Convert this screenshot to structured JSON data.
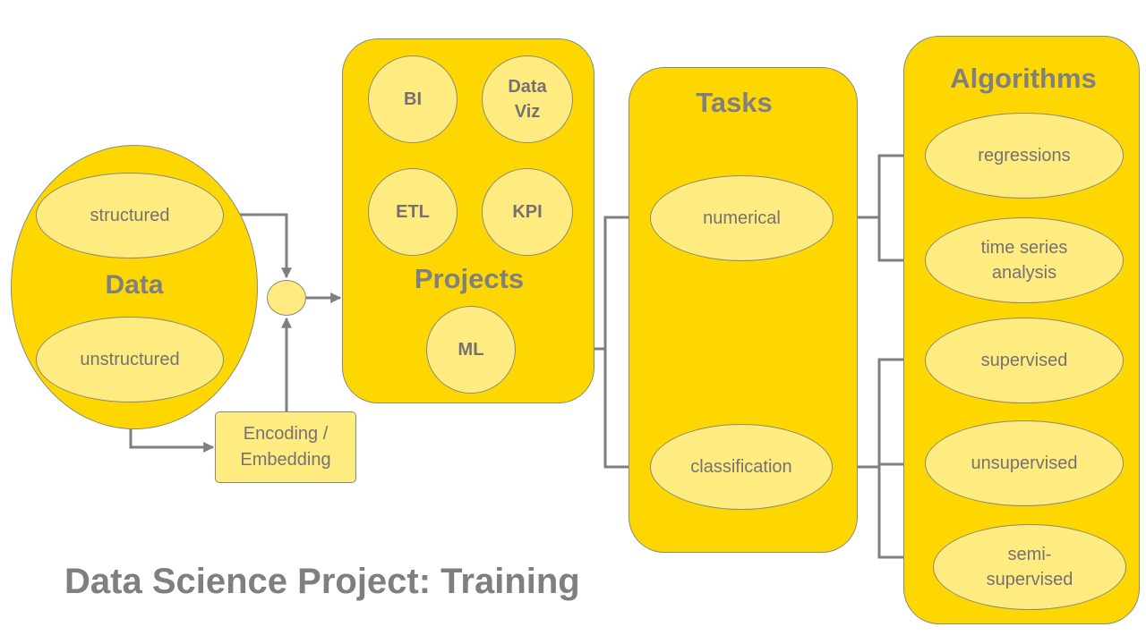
{
  "data_group": {
    "label": "Data",
    "items": [
      "structured",
      "unstructured"
    ]
  },
  "encoding_label": "Encoding / Embedding",
  "projects_group": {
    "label": "Projects",
    "items": [
      "BI",
      "Data Viz",
      "ETL",
      "KPI",
      "ML"
    ]
  },
  "tasks_group": {
    "label": "Tasks",
    "items": [
      "numerical",
      "classification"
    ]
  },
  "algorithms_group": {
    "label": "Algorithms",
    "items": [
      "regressions",
      "time series analysis",
      "supervised",
      "unsupervised",
      "semi-supervised"
    ]
  },
  "title": "Data Science Project: Training",
  "colors": {
    "container_fill": "#FFD700",
    "node_fill": "#FFEC80",
    "border": "#8a8a7a",
    "connector": "#7f7f7f",
    "text": "#767171"
  }
}
